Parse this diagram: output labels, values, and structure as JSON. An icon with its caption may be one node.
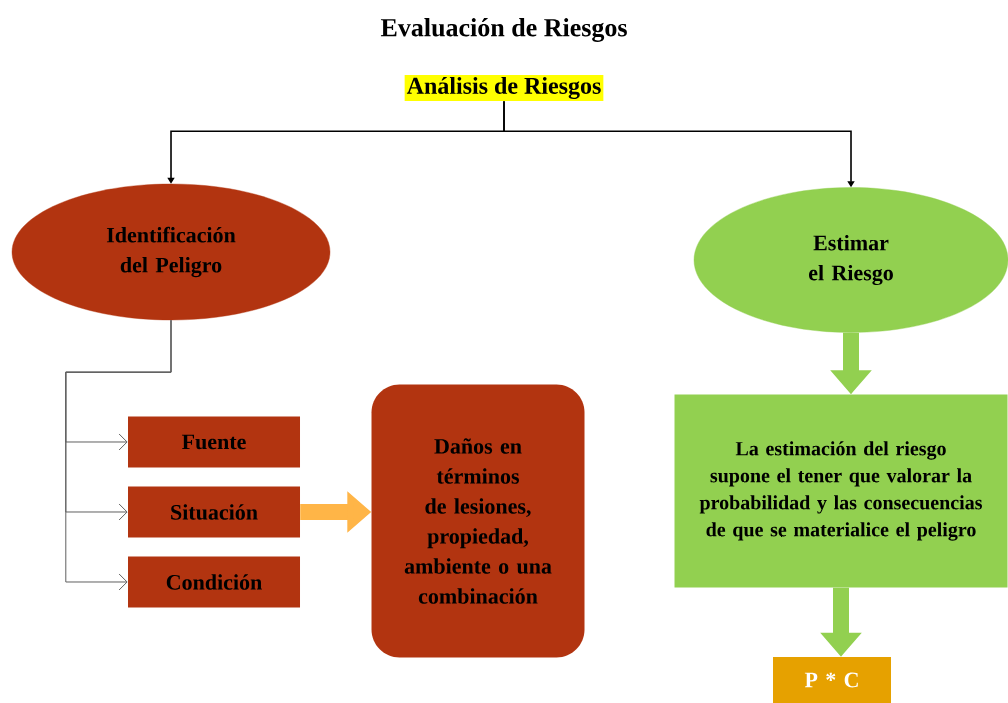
{
  "diagram": {
    "title": "Evaluación de Riesgos",
    "nodes": [
      {
        "text": [
          "Análisis de Riesgos"
        ]
      },
      {
        "text": [
          "Identificación del Peligro"
        ]
      },
      {
        "text": [
          "Fuente"
        ]
      },
      {
        "text": [
          "Situación"
        ]
      },
      {
        "text": [
          "Condición"
        ]
      },
      {
        "text": [
          "Daños en términos de lesiones, propiedad, ambiente o una combinación"
        ]
      },
      {
        "text": [
          "Estimar el Riesgo"
        ]
      },
      {
        "text": [
          "La estimación del riesgo supone el tener que valorar la probabilidad y las consecuencias de que se materialice el peligro"
        ]
      },
      {
        "text": [
          "P * C"
        ]
      }
    ],
    "edges": [
      {
        "from": 0,
        "to": 1,
        "arrow": "to",
        "color": "#000000"
      },
      {
        "from": 0,
        "to": 6,
        "arrow": "to",
        "color": "#000000"
      },
      {
        "from": 1,
        "to": 2,
        "arrow": "to",
        "color": "#5f5f5f"
      },
      {
        "from": 1,
        "to": 3,
        "arrow": "to",
        "color": "#5f5f5f"
      },
      {
        "from": 1,
        "to": 4,
        "arrow": "to",
        "color": "#5f5f5f"
      },
      {
        "from": 3,
        "to": 5,
        "arrow": "to",
        "style": "thick",
        "color": "#ffb547"
      },
      {
        "from": 6,
        "to": 7,
        "arrow": "to",
        "style": "thick",
        "color": "#92d050"
      },
      {
        "from": 7,
        "to": 8,
        "arrow": "to",
        "style": "thick",
        "color": "#92d050"
      }
    ]
  }
}
